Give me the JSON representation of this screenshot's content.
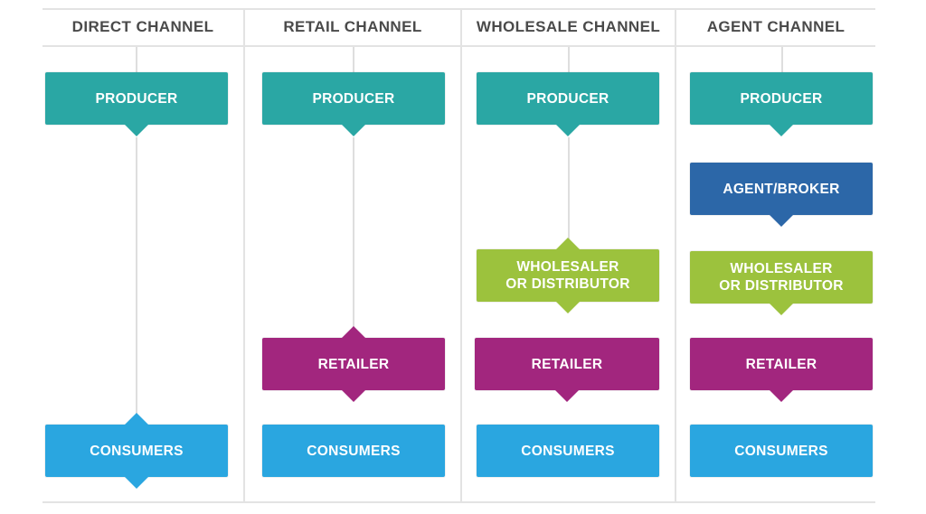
{
  "colors": {
    "producer": "#2aa7a4",
    "agent_broker": "#2c67a8",
    "wholesaler": "#9cc23d",
    "retailer": "#a2267e",
    "consumers": "#2aa6e0",
    "header_text": "#4a4a4a",
    "rules": "#e3e3e3"
  },
  "columns": [
    {
      "header": "DIRECT CHANNEL",
      "nodes": [
        {
          "role": "producer",
          "lines": [
            "PRODUCER"
          ]
        },
        {
          "role": "consumers",
          "lines": [
            "CONSUMERS"
          ]
        }
      ]
    },
    {
      "header": "RETAIL CHANNEL",
      "nodes": [
        {
          "role": "producer",
          "lines": [
            "PRODUCER"
          ]
        },
        {
          "role": "retailer",
          "lines": [
            "RETAILER"
          ]
        },
        {
          "role": "consumers",
          "lines": [
            "CONSUMERS"
          ]
        }
      ]
    },
    {
      "header": "WHOLESALE CHANNEL",
      "nodes": [
        {
          "role": "producer",
          "lines": [
            "PRODUCER"
          ]
        },
        {
          "role": "wholesaler",
          "lines": [
            "WHOLESALER",
            "OR DISTRIBUTOR"
          ]
        },
        {
          "role": "retailer",
          "lines": [
            "RETAILER"
          ]
        },
        {
          "role": "consumers",
          "lines": [
            "CONSUMERS"
          ]
        }
      ]
    },
    {
      "header": "AGENT CHANNEL",
      "nodes": [
        {
          "role": "producer",
          "lines": [
            "PRODUCER"
          ]
        },
        {
          "role": "agent",
          "lines": [
            "AGENT/BROKER"
          ]
        },
        {
          "role": "wholesaler",
          "lines": [
            "WHOLESALER",
            "OR DISTRIBUTOR"
          ]
        },
        {
          "role": "retailer",
          "lines": [
            "RETAILER"
          ]
        },
        {
          "role": "consumers",
          "lines": [
            "CONSUMERS"
          ]
        }
      ]
    }
  ]
}
